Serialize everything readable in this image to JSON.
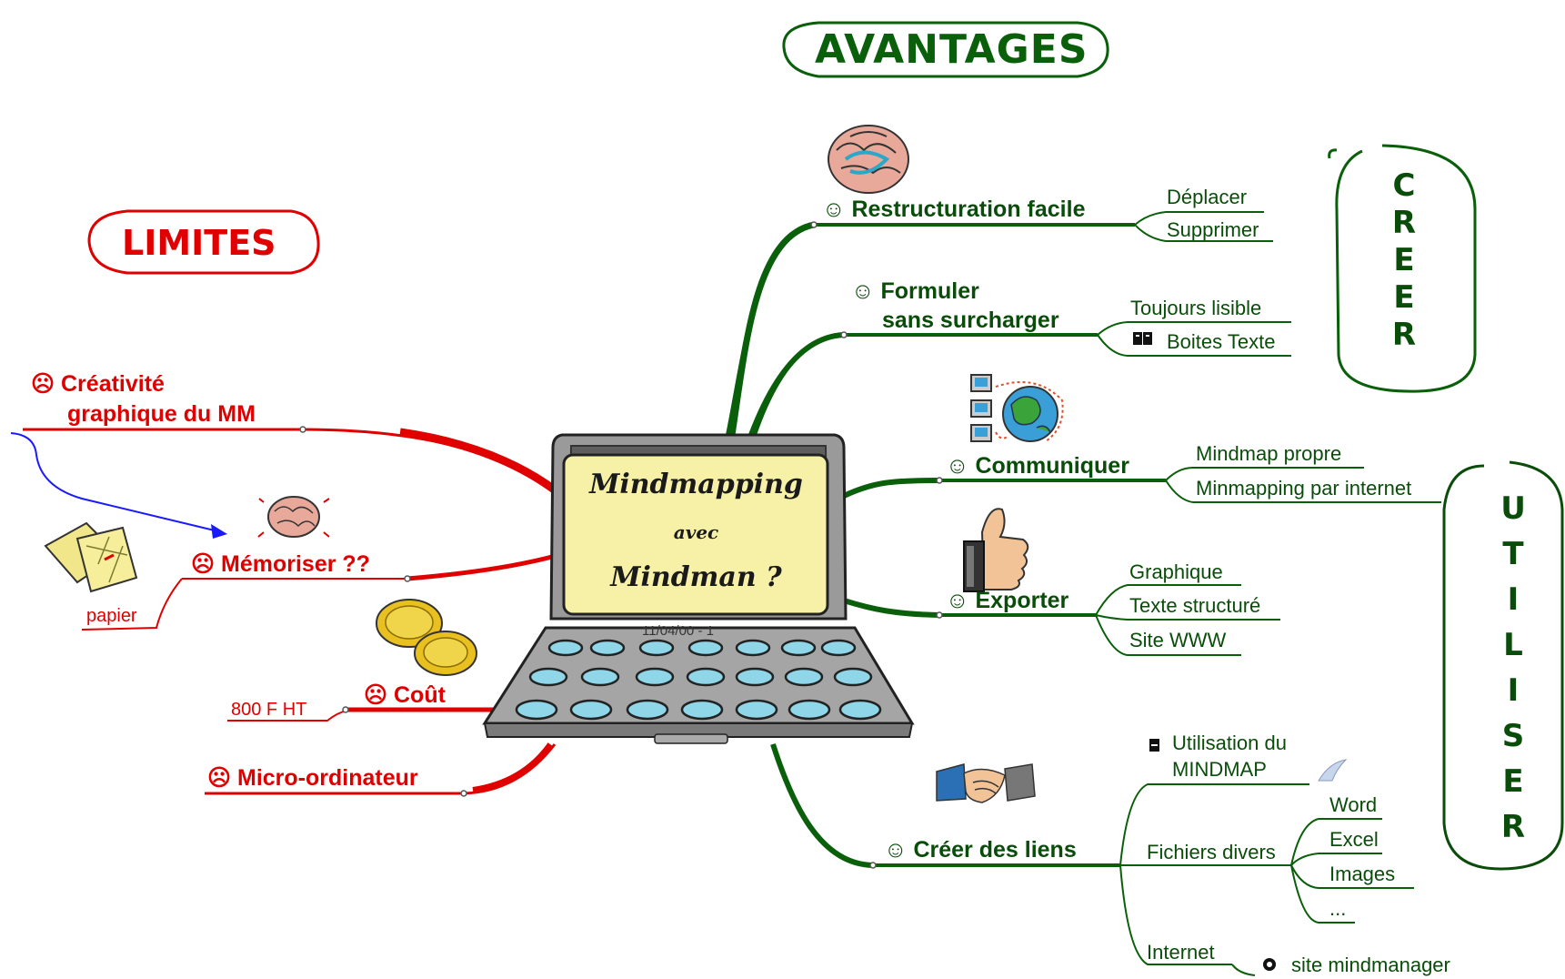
{
  "headers": {
    "avantages": "AVANTAGES",
    "limites": "LIMITES",
    "creer": [
      "C",
      "R",
      "E",
      "E",
      "R"
    ],
    "utiliser": [
      "U",
      "T",
      "I",
      "L",
      "I",
      "S",
      "E",
      "R"
    ]
  },
  "center": {
    "line1": "Mindmapping",
    "line2": "avec",
    "line3": "Mindman ?",
    "date": "11/04/00 - 1"
  },
  "avantages": {
    "restructuration": {
      "label": "☺ Restructuration facile",
      "children": [
        "Déplacer",
        "Supprimer"
      ]
    },
    "formuler": {
      "label1": "☺ Formuler",
      "label2": "sans surcharger",
      "children": [
        "Toujours lisible",
        "Boites Texte"
      ]
    },
    "communiquer": {
      "label": "☺ Communiquer",
      "children": [
        "Mindmap propre",
        "Minmapping par internet"
      ]
    },
    "exporter": {
      "label": "☺ Exporter",
      "children": [
        "Graphique",
        "Texte structuré",
        "Site WWW"
      ]
    },
    "liens": {
      "label": "☺ Créer des liens",
      "utilisation1": "Utilisation du",
      "utilisation2": "MINDMAP",
      "fichiers": "Fichiers divers",
      "fichiers_children": [
        "Word",
        "Excel",
        "Images",
        "..."
      ],
      "internet": "Internet",
      "site": "site mindmanager"
    }
  },
  "limites": {
    "creativite1": "☹ Créativité",
    "creativite2": "graphique du MM",
    "memoriser": "☹ Mémoriser ??",
    "papier": "papier",
    "cout": "☹ Coût",
    "prix": "800 F HT",
    "micro": "☹ Micro-ordinateur"
  },
  "colors": {
    "green": "#0a4d0a",
    "red": "#e00000",
    "blue": "#1a1aff",
    "screen": "#f7f1a8"
  }
}
